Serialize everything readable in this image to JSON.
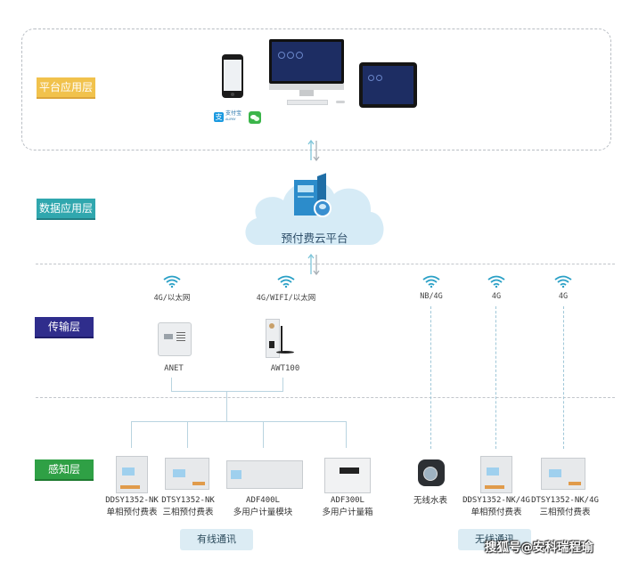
{
  "layers": {
    "platform": "平台应用层",
    "data": "数据应用层",
    "transmission": "传输层",
    "perception": "感知层"
  },
  "colors": {
    "platform": "#f1c24c",
    "data": "#30a7ae",
    "transmission": "#2f2d8c",
    "perception": "#2fa045",
    "comm_bg": "#dcecf4",
    "line": "#b9d4e0"
  },
  "platform_devices": {
    "phone_icon": "smartphone-icon",
    "monitor_icon": "desktop-monitor-icon",
    "tablet_icon": "tablet-icon",
    "alipay_label": "支付宝",
    "alipay_sub": "ALIPAY",
    "wechat_icon": "wechat-icon"
  },
  "cloud": {
    "label": "预付费云平台",
    "server_icon": "server-icon",
    "globe_icon": "globe-icon"
  },
  "gateways": [
    {
      "network": "4G/以太网",
      "name": "ANET"
    },
    {
      "network": "4G/WIFI/以太网",
      "name": "AWT100"
    }
  ],
  "wireless_networks": [
    "NB/4G",
    "4G",
    "4G"
  ],
  "wired_devices": [
    {
      "code": "DDSY1352-NK",
      "name": "单相预付费表"
    },
    {
      "code": "DTSY1352-NK",
      "name": "三相预付费表"
    },
    {
      "code": "ADF400L",
      "name": "多用户计量模块"
    },
    {
      "code": "ADF300L",
      "name": "多用户计量箱"
    }
  ],
  "wireless_devices": [
    {
      "code": "",
      "name": "无线水表"
    },
    {
      "code": "DDSY1352-NK/4G",
      "name": "单相预付费表"
    },
    {
      "code": "DTSY1352-NK/4G",
      "name": "三相预付费表"
    }
  ],
  "comm": {
    "wired": "有线通讯",
    "wireless": "无线通讯"
  },
  "watermark": "搜狐号@安科瑞程瑜"
}
